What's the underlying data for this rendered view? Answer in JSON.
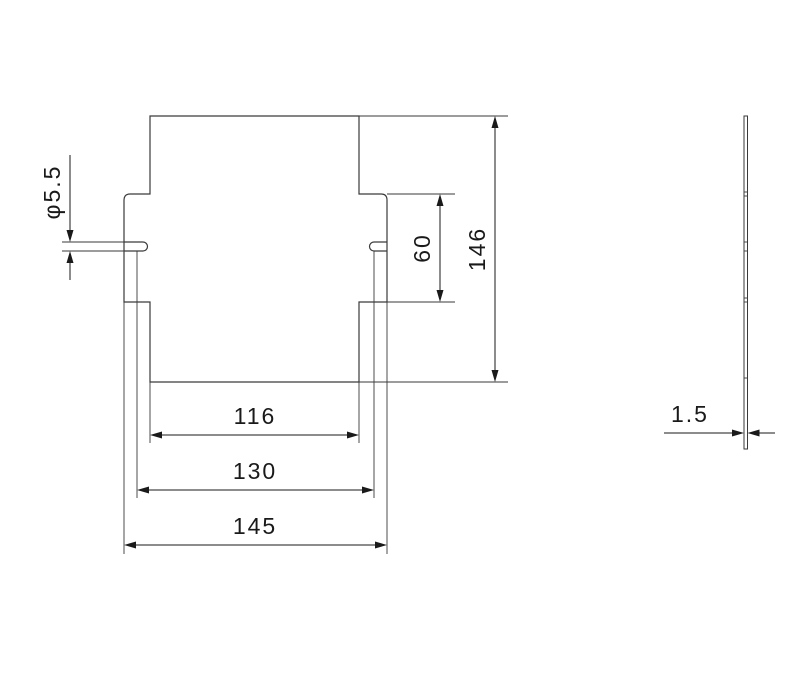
{
  "dimensions": {
    "hole_diameter": "φ5.5",
    "inner_width": "116",
    "slot_width": "130",
    "overall_width": "145",
    "slot_spacing": "60",
    "overall_height": "146",
    "thickness": "1.5"
  }
}
